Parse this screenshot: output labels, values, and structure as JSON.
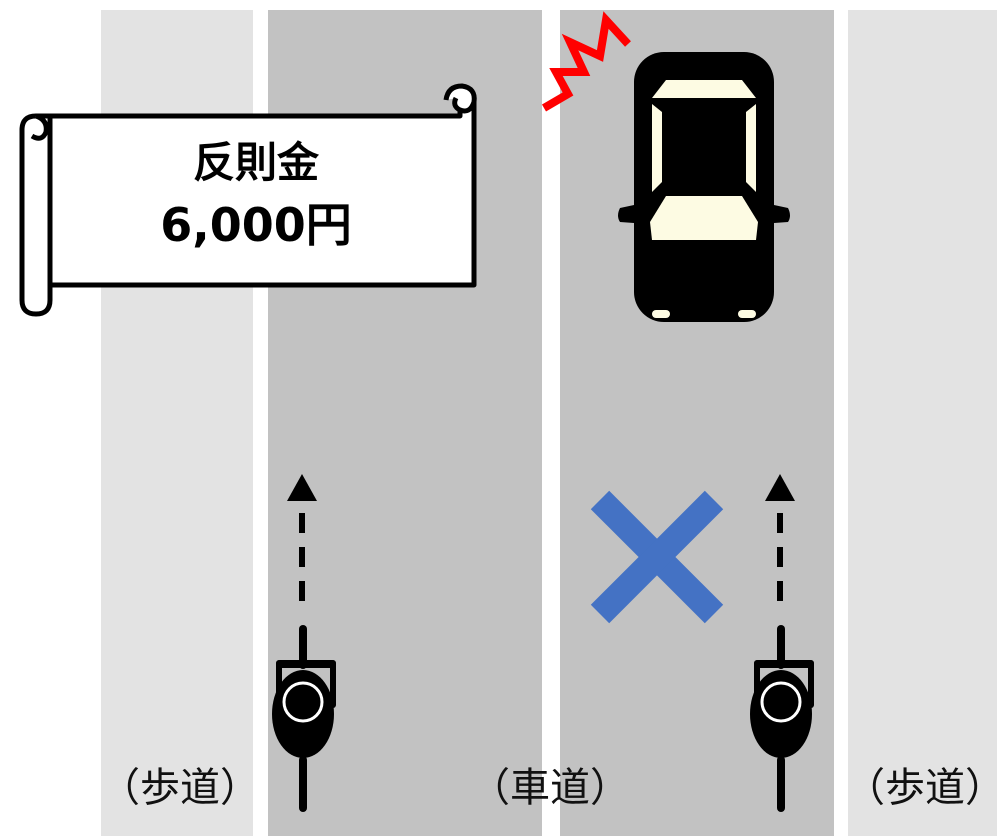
{
  "scroll": {
    "title": "反則金",
    "amount": "6,000円"
  },
  "labels": {
    "sidewalk_left": "（歩道）",
    "roadway": "（車道）",
    "sidewalk_right": "（歩道）"
  },
  "colors": {
    "sidewalk": "#e3e3e3",
    "roadway": "#c2c2c2",
    "car": "#000000",
    "car_window": "#fdfbe3",
    "impact_mark": "#ff0000",
    "cross_mark": "#4472c4"
  },
  "icons": [
    "car-icon",
    "cyclist-icon",
    "direction-arrow-icon",
    "cross-mark-icon",
    "impact-mark-icon",
    "scroll-icon"
  ]
}
